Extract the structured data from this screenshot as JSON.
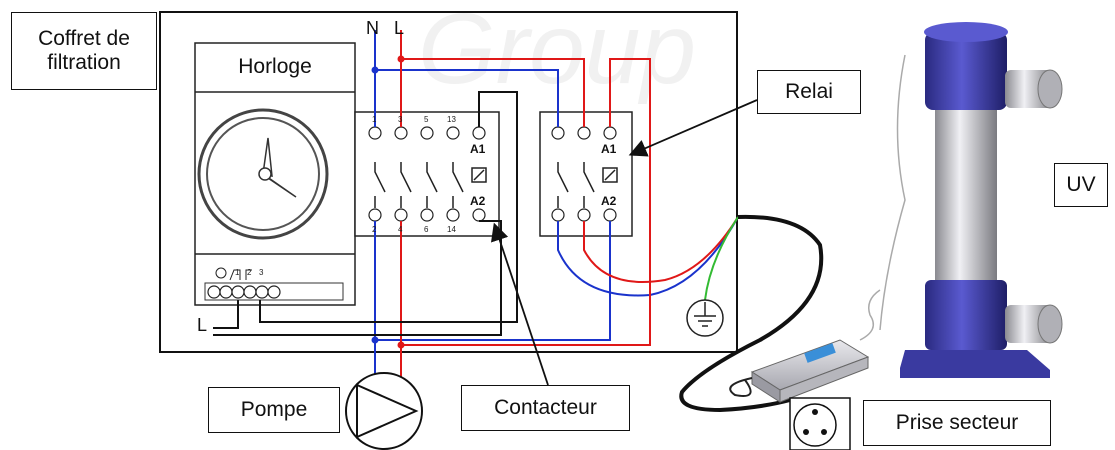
{
  "labels": {
    "coffret": "Coffret de filtration",
    "horloge": "Horloge",
    "relai": "Relai",
    "uv": "UV",
    "pompe": "Pompe",
    "contacteur": "Contacteur",
    "prise": "Prise secteur",
    "neutral": "N",
    "live_top": "L",
    "live_side": "L"
  },
  "watermark": "Group",
  "contactor_terminals": {
    "top": [
      "1",
      "3",
      "5",
      "13"
    ],
    "bottom": [
      "2",
      "4",
      "6",
      "14"
    ],
    "coil_top": "A1",
    "coil_bottom": "A2"
  },
  "relay_terminals": {
    "coil_top": "A1",
    "coil_bottom": "A2"
  },
  "timer_terminals": [
    "1",
    "2",
    "3"
  ],
  "colors": {
    "neutral_wire": "#1a33cc",
    "live_wire": "#e01818",
    "control_wire": "#111111",
    "earth_wire": "#33bb33",
    "uv_body": "#3a3aa0",
    "uv_metal": "#c8c8cc"
  }
}
